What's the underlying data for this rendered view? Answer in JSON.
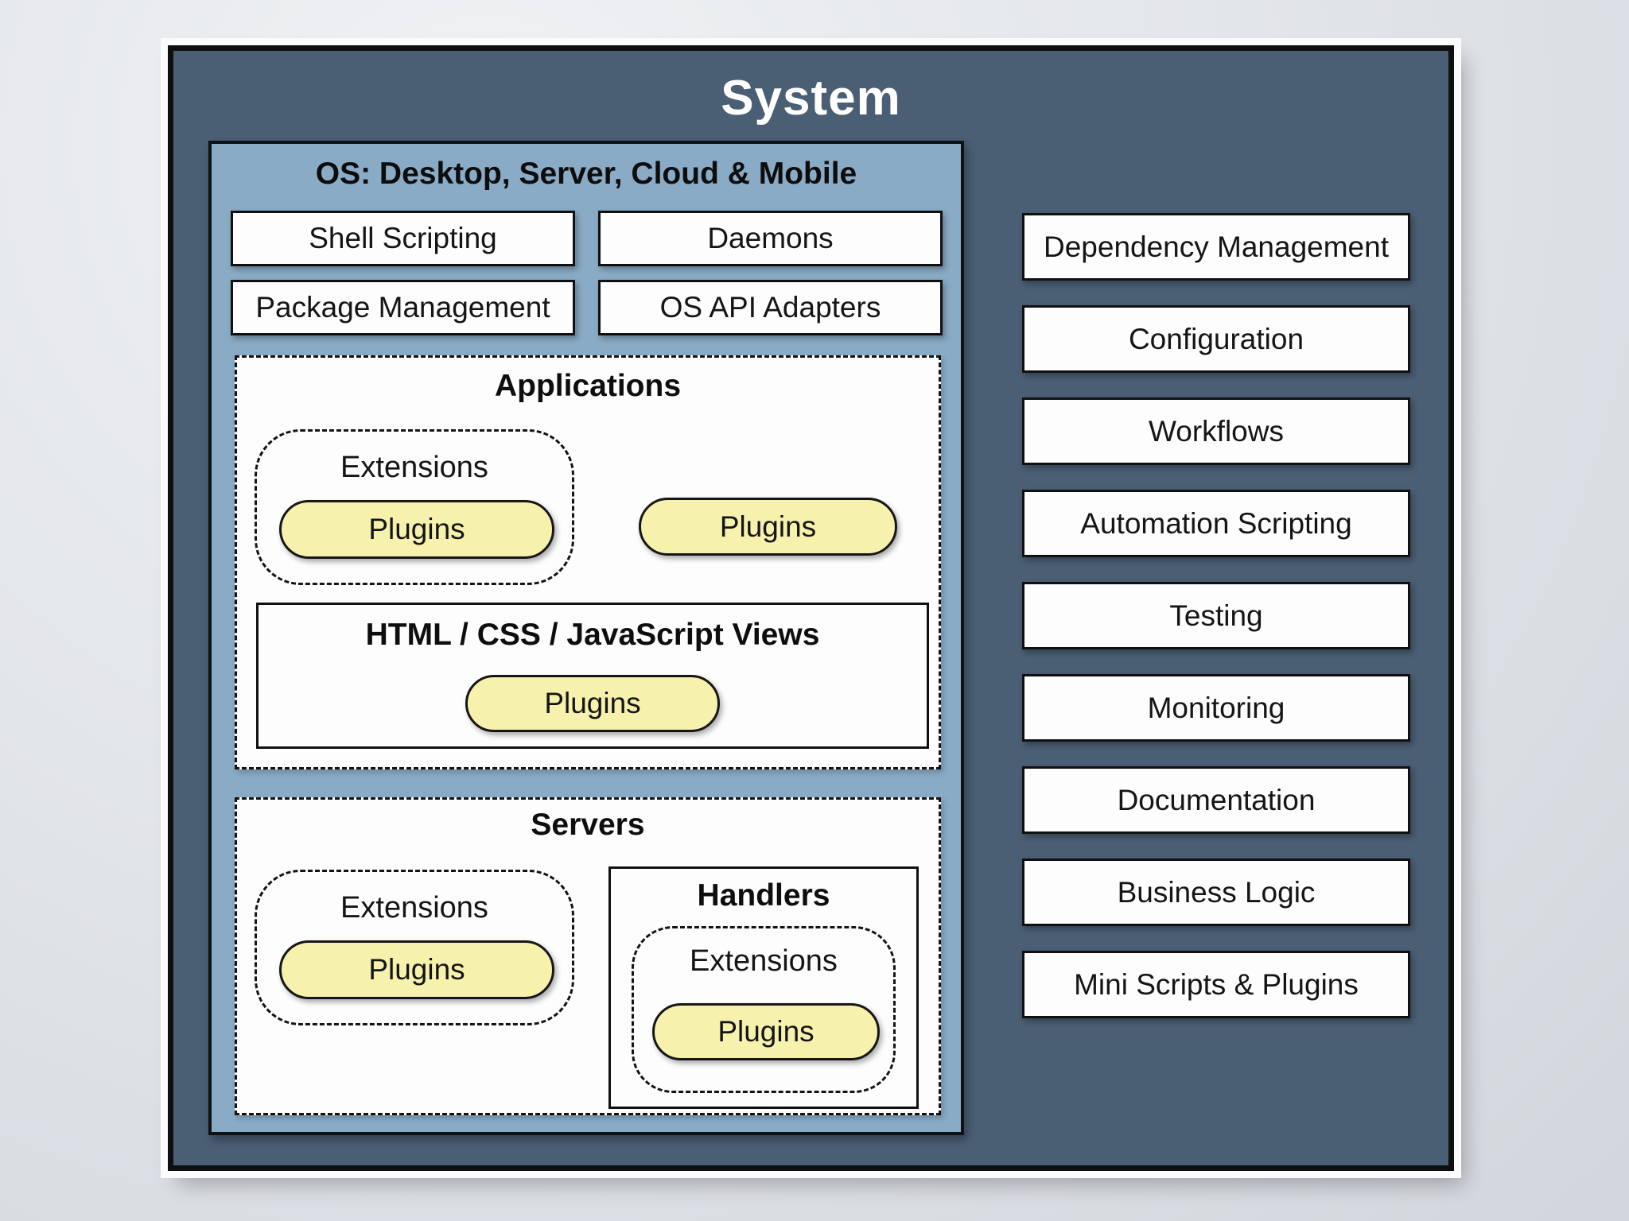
{
  "title": "System",
  "colors": {
    "panel_bg": "#4a5e74",
    "os_bg": "#8aabc5",
    "box_bg": "#fdfdfe",
    "pill_bg": "#f6f2ae",
    "border": "#101010",
    "title_color": "#ffffff",
    "page_bg": "#e3e6ea"
  },
  "os": {
    "header": "OS: Desktop, Server, Cloud & Mobile",
    "top_boxes": [
      "Shell Scripting",
      "Daemons",
      "Package Management",
      "OS API Adapters"
    ],
    "applications": {
      "title": "Applications",
      "extensions": {
        "label": "Extensions",
        "plugin": "Plugins"
      },
      "standalone_plugin": "Plugins",
      "views": {
        "title": "HTML / CSS / JavaScript Views",
        "plugin": "Plugins"
      }
    },
    "servers": {
      "title": "Servers",
      "extensions": {
        "label": "Extensions",
        "plugin": "Plugins"
      },
      "handlers": {
        "title": "Handlers",
        "extensions": {
          "label": "Extensions",
          "plugin": "Plugins"
        }
      }
    }
  },
  "right_column": [
    "Dependency Management",
    "Configuration",
    "Workflows",
    "Automation Scripting",
    "Testing",
    "Monitoring",
    "Documentation",
    "Business Logic",
    "Mini Scripts & Plugins"
  ]
}
